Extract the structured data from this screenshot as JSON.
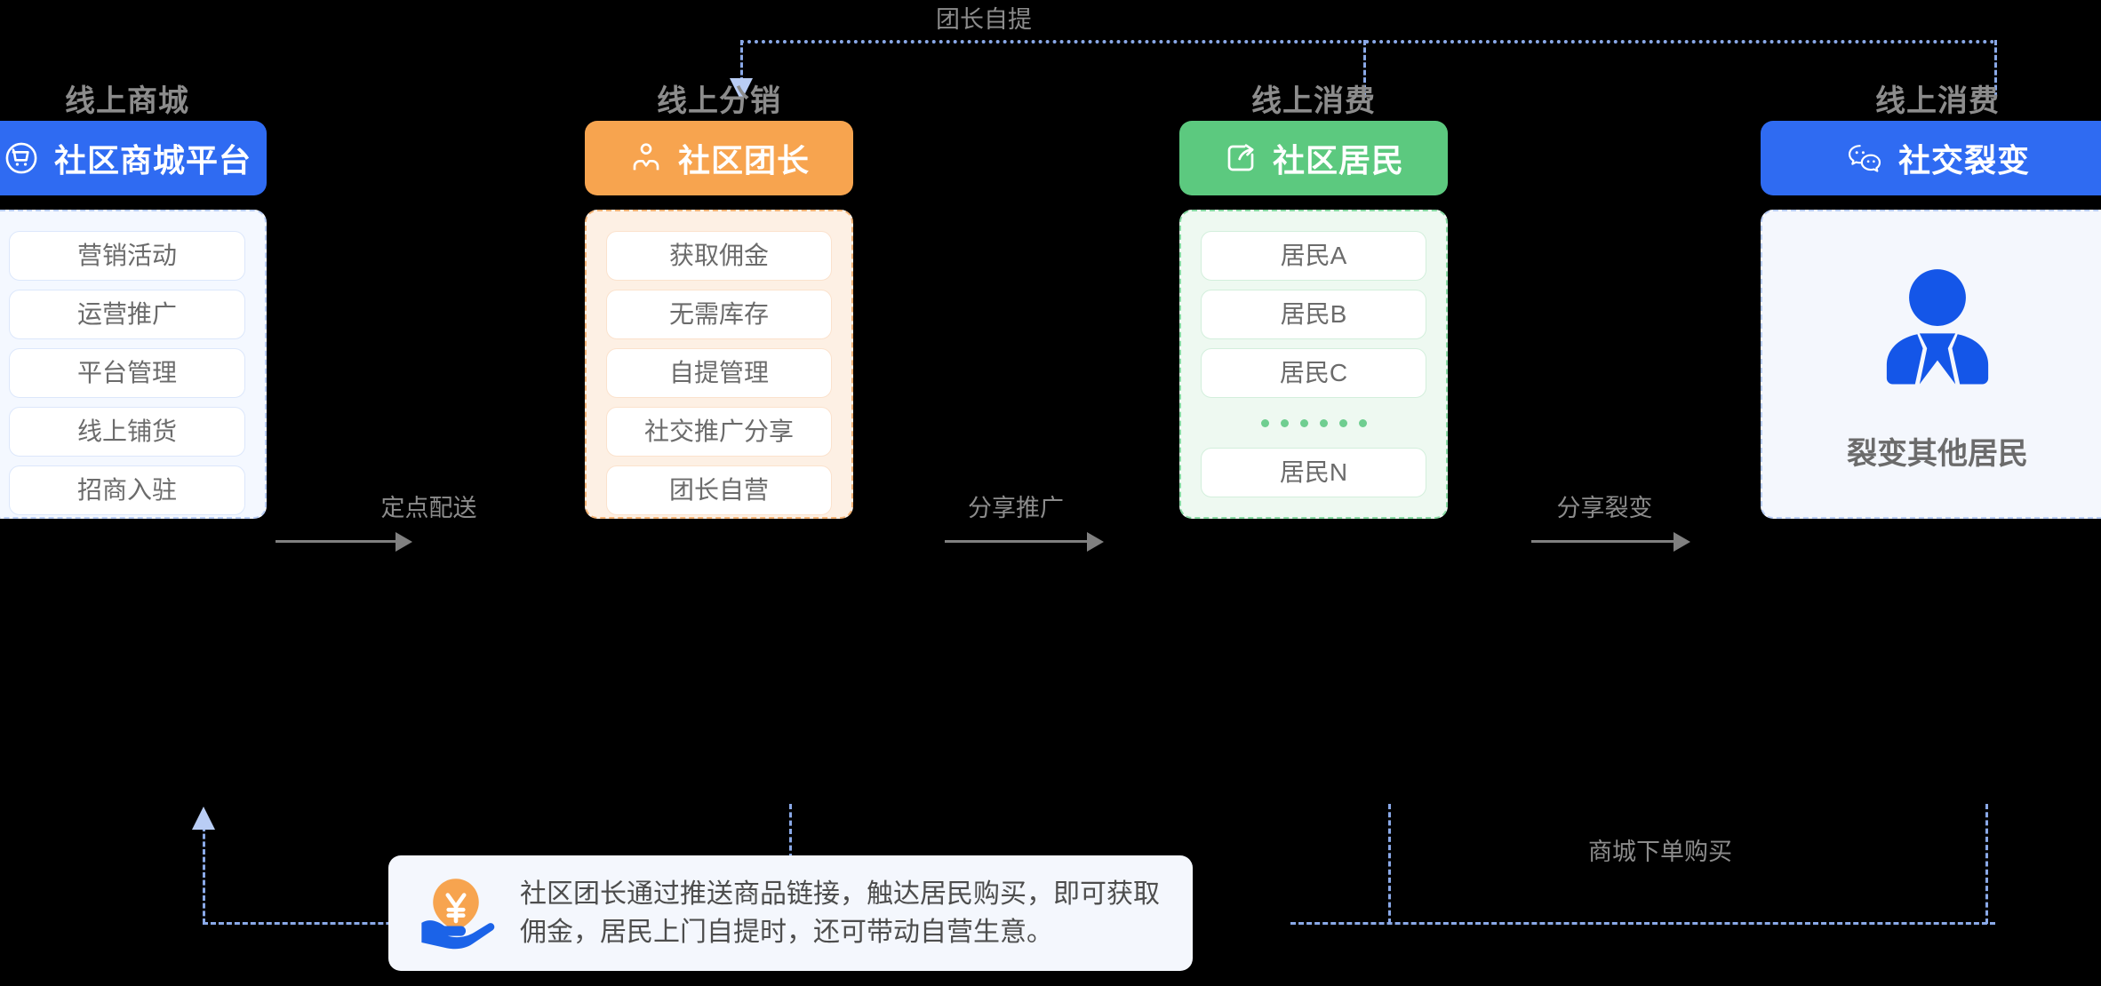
{
  "columns": [
    {
      "title": "线上商城",
      "header": {
        "label": "社区商城平台",
        "icon": "shopping-cart-circle-icon",
        "color": "#2f6bf2"
      },
      "items": [
        "营销活动",
        "运营推广",
        "平台管理",
        "线上铺货",
        "招商入驻"
      ]
    },
    {
      "title": "线上分销",
      "header": {
        "label": "社区团长",
        "icon": "group-leader-icon",
        "color": "#f7a44f"
      },
      "items": [
        "获取佣金",
        "无需库存",
        "自提管理",
        "社交推广分享",
        "团长自营"
      ]
    },
    {
      "title": "线上消费",
      "header": {
        "label": "社区居民",
        "icon": "share-box-icon",
        "color": "#5cc97f"
      },
      "items": [
        "居民A",
        "居民B",
        "居民C",
        "居民N"
      ],
      "ellipsis_dots": 6
    },
    {
      "title": "线上消费",
      "header": {
        "label": "社交裂变",
        "icon": "wechat-bubbles-icon",
        "color": "#2f6bf2"
      },
      "fission_label": "裂变其他居民",
      "fission_icon": "businessman-avatar-icon"
    }
  ],
  "arrows": [
    {
      "name": "arrow-fixed-delivery",
      "label": "定点配送"
    },
    {
      "name": "arrow-share-promotion",
      "label": "分享推广"
    },
    {
      "name": "arrow-share-fission",
      "label": "分享裂变"
    }
  ],
  "dashed_labels": {
    "top": "团长自提",
    "bottom_right": "商城下单购买"
  },
  "callout": {
    "icon": "yen-in-hand-icon",
    "text": "社区团长通过推送商品链接，触达居民购买，即可获取佣金，居民上门自提时，还可带动自营生意。"
  },
  "colors": {
    "blue": "#2f6bf2",
    "orange": "#f7a44f",
    "green": "#5cc97f",
    "dash_blue": "#8aa9e8",
    "arrow_gray": "#808080",
    "title_gray": "#8c8c8c"
  }
}
